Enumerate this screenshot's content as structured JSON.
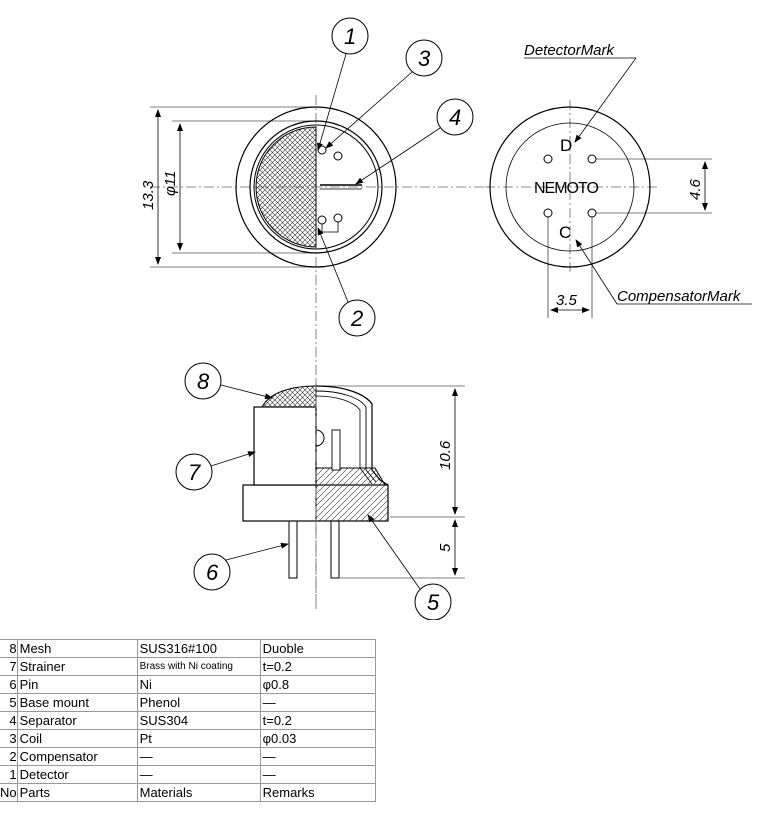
{
  "callouts": [
    "1",
    "2",
    "3",
    "4",
    "5",
    "6",
    "7",
    "8"
  ],
  "dimensions": {
    "outer_diameter": "13.3",
    "inner_diameter": "φ11",
    "pin_vertical_spacing": "4.6",
    "pin_horizontal_spacing": "3.5",
    "body_height": "10.6",
    "pin_length": "5"
  },
  "bottom_view": {
    "brand": "NEMOTO",
    "detector_letter": "D",
    "compensator_letter": "C",
    "detector_mark_label": "DetectorMark",
    "compensator_mark_label": "CompensatorMark"
  },
  "table": {
    "rows": [
      {
        "no": "8",
        "part": "Mesh",
        "material": "SUS316#100",
        "remarks": "Duoble"
      },
      {
        "no": "7",
        "part": "Strainer",
        "material": "Brass with Ni coating",
        "remarks": "t=0.2"
      },
      {
        "no": "6",
        "part": "Pin",
        "material": "Ni",
        "remarks": "φ0.8"
      },
      {
        "no": "5",
        "part": "Base mount",
        "material": "Phenol",
        "remarks": "—"
      },
      {
        "no": "4",
        "part": "Separator",
        "material": "SUS304",
        "remarks": "t=0.2"
      },
      {
        "no": "3",
        "part": "Coil",
        "material": "Pt",
        "remarks": "φ0.03"
      },
      {
        "no": "2",
        "part": "Compensator",
        "material": "—",
        "remarks": "—"
      },
      {
        "no": "1",
        "part": "Detector",
        "material": "—",
        "remarks": "—"
      }
    ],
    "header": {
      "no": "No",
      "part": "Parts",
      "material": "Materials",
      "remarks": "Remarks"
    }
  },
  "colors": {
    "line": "#000000",
    "hatch": "#444444",
    "center_line": "#555555",
    "table_border": "#999999"
  }
}
